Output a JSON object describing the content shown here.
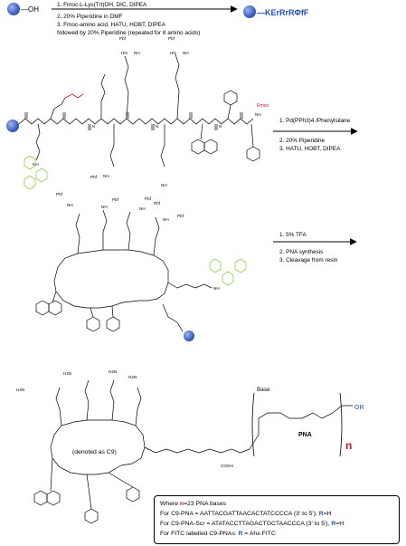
{
  "colors": {
    "resin_bead": "#3e64c9",
    "trityl_group": "#8fd24a",
    "fmoc": "#d0112a",
    "allyl": "#d0112a",
    "n_repeat": "#d0112a",
    "r_group": "#1f4fb8",
    "product_label": "#1f4fb8"
  },
  "step1": {
    "reagent_line_1": "1. Fmoc-L-Lys(Trt)OH, DIC, DIPEA",
    "reagent_line_2": "2. 20% Piperidine in DMF",
    "reagent_line_3": "3. Fmoc-amino acid, HATU, HOBT, DIPEA",
    "reagent_line_4": "followed by 20% Piperidine (repeated for 8 amino acids)",
    "bead_group": "—OH",
    "product": "—KErRrRΦfF"
  },
  "step2": {
    "reagent_line_1": "1. Pd(PPh3)4 /Phenylsilane",
    "reagent_line_2": "2. 20% Piperidine",
    "reagent_line_3": "3. HATU, HOBT, DIPEA",
    "fmoc_label": "Fmoc",
    "pbf_label": "Pbf"
  },
  "step3": {
    "reagent_line_1": "1. 5% TFA",
    "reagent_line_2": "2. PNA synthesis",
    "reagent_line_3": "3. Cleavage from resin"
  },
  "final": {
    "denoted_label": "(denoted as C9)",
    "pna_label": "PNA",
    "base_label": "Base",
    "n_label": "n",
    "or_label": "OR",
    "cooh_label": "COOH",
    "h2n_label": "H2N"
  },
  "legend": {
    "line_1_prefix": "Where ",
    "line_1_n": "n",
    "line_1_suffix": "=23 PNA bases",
    "line_2": "For C9-PNA = AATTACGATTAACACTATCCCCA (3' to 5'), ",
    "line_2_r": "R",
    "line_2_end": "=H",
    "line_3": "For C9-PNA-Scr = ATATACCTTAGACTGCTAACCCA (3' to 5'), ",
    "line_3_r": "R",
    "line_3_end": "=H",
    "line_4": "For FITC labelled C9-PNAs: ",
    "line_4_r": "R",
    "line_4_end": " = Ahx-FITC"
  }
}
